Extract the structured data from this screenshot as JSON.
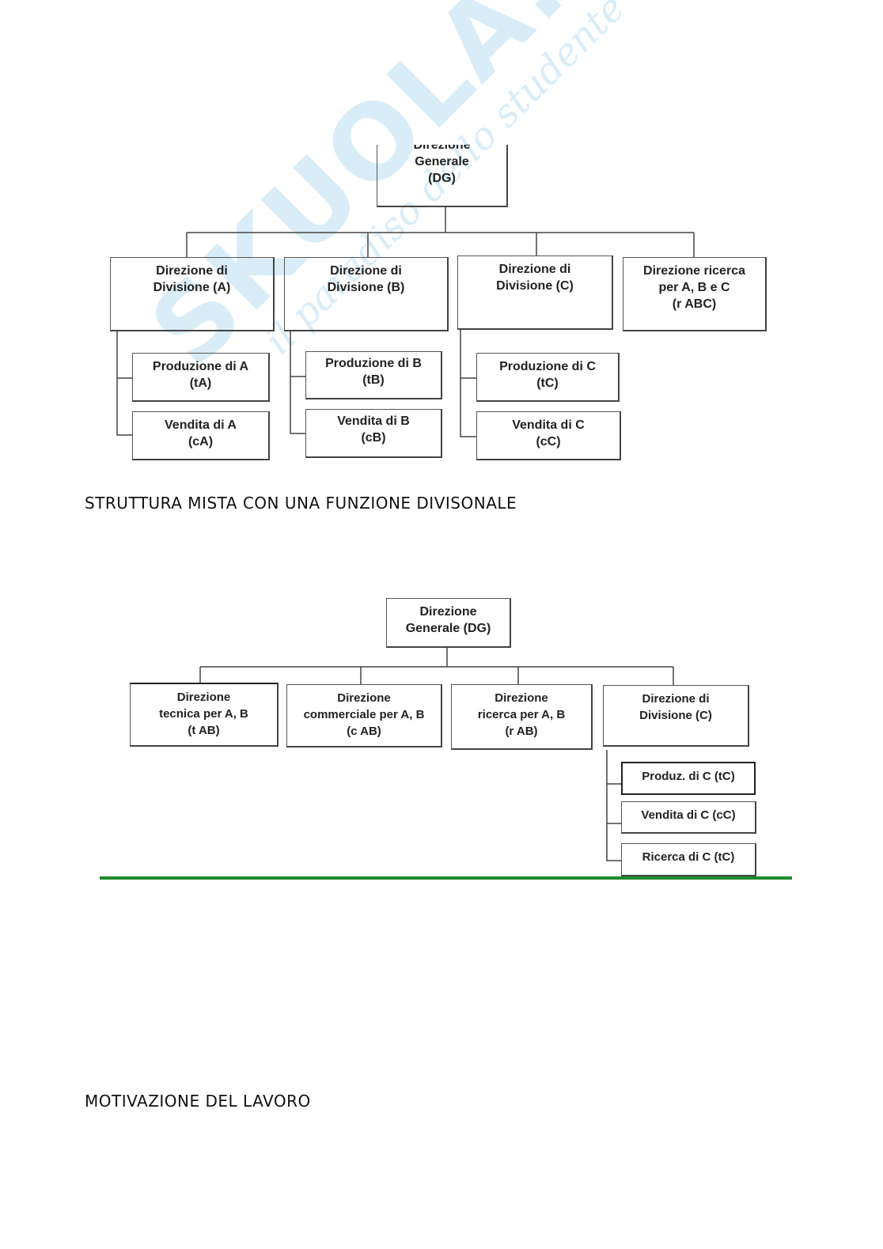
{
  "watermark": {
    "brand": "SKUOLA.net",
    "tagline": "il paradiso dello studente"
  },
  "chart1": {
    "root": "Direzione\nGenerale\n(DG)",
    "divisions": [
      "Direzione di\nDivisione (A)",
      "Direzione di\nDivisione (B)",
      "Direzione di\nDivisione (C)",
      "Direzione ricerca\nper A, B e C\n(r ABC)"
    ],
    "sub_a": [
      "Produzione di A\n(tA)",
      "Vendita di A\n(cA)"
    ],
    "sub_b": [
      "Produzione di B\n(tB)",
      "Vendita di B\n(cB)"
    ],
    "sub_c": [
      "Produzione di C\n(tC)",
      "Vendita di C\n(cC)"
    ]
  },
  "caption1": "STRUTTURA MISTA CON UNA FUNZIONE DIVISONALE",
  "chart2": {
    "root": "Direzione\nGenerale (DG)",
    "units": [
      "Direzione\ntecnica per A, B\n(t AB)",
      "Direzione\ncommerciale per A, B\n(c AB)",
      "Direzione\nricerca per  A, B\n(r AB)",
      "Direzione di\nDivisione (C)"
    ],
    "sub_c": [
      "Produz. di C (tC)",
      "Vendita di C (cC)",
      "Ricerca di C (tC)"
    ]
  },
  "rule_color": "#1f8a2b",
  "caption2": "MOTIVAZIONE DEL LAVORO"
}
